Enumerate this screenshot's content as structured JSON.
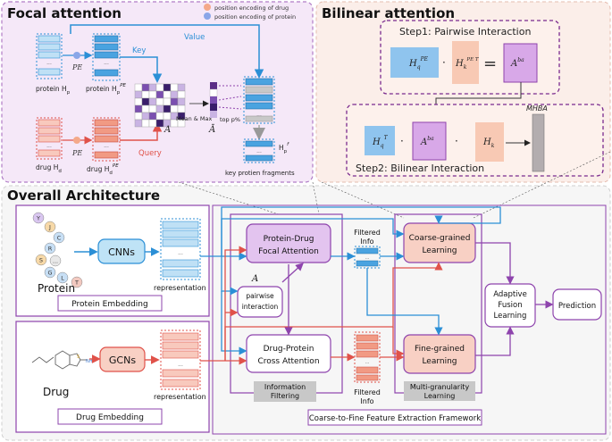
{
  "focal": {
    "title": "Focal attention",
    "legend_drug": "position encoding of drug",
    "legend_protein": "position encoding of protein",
    "pe_top": "PE",
    "pe_bottom": "PE",
    "protein_label": "protein H",
    "protein_sub": "p",
    "protein_pe_label": "protein H",
    "protein_pe_sub": "p",
    "protein_pe_sup": "PE",
    "drug_label": "drug H",
    "drug_sub": "d",
    "drug_pe_label": "drug H",
    "drug_pe_sub": "d",
    "drug_pe_sup": "PE",
    "key": "Key",
    "value": "Value",
    "query": "Query",
    "a": "A",
    "a_bar": "Ā",
    "mean_max": "Mean & Max",
    "topp": "top p%",
    "hf_label": "H",
    "hf_sub": "p",
    "hf_sup": "f",
    "fragments": "key protien fragments"
  },
  "bilinear": {
    "title": "Bilinear attention",
    "step1": "Step1: Pairwise Interaction",
    "step2": "Step2: Bilinear Interaction",
    "hq_pe": "H",
    "hq_pe_sub": "q",
    "hq_pe_sup": "PE",
    "hk_pe": "H",
    "hk_pe_sub": "k",
    "hk_pe_sup": "PE T",
    "equals": "=",
    "dot": "·",
    "aba": "A",
    "aba_sup": "ba",
    "hq_t": "H",
    "hq_t_sub": "q",
    "hq_t_sup": "T",
    "hk": "H",
    "hk_sub": "k",
    "mhba": "MHBA"
  },
  "overall": {
    "title": "Overall Architecture",
    "protein_letters": [
      "Y",
      "J",
      "C",
      "R",
      "...",
      "S",
      "G",
      "L",
      "T"
    ],
    "cnns": "CNNs",
    "protein": "Protein",
    "representation_p": "representation",
    "protein_embedding": "Protein Embedding",
    "gcns": "GCNs",
    "drug": "Drug",
    "representation_d": "representation",
    "drug_embedding": "Drug Embedding",
    "pd_focal_1": "Protein-Drug",
    "pd_focal_2": "Focal Attention",
    "a_label": "A",
    "pairwise_1": "pairwise",
    "pairwise_2": "interaction",
    "dp_cross_1": "Drug-Protein",
    "dp_cross_2": "Cross Attention",
    "info_filter_1": "Information",
    "info_filter_2": "Filtering",
    "filtered_top_1": "Filtered",
    "filtered_top_2": "Info",
    "filtered_bot_1": "Filtered",
    "filtered_bot_2": "Info",
    "coarse_1": "Coarse-grained",
    "coarse_2": "Learning",
    "fine_1": "Fine-grained",
    "fine_2": "Learning",
    "multi_1": "Multi-granularity",
    "multi_2": "Learning",
    "adaptive_1": "Adaptive",
    "adaptive_2": "Fusion",
    "adaptive_3": "Learning",
    "prediction": "Prediction",
    "framework": "Coarse-to-Fine Feature Extraction Framework"
  },
  "colors": {
    "purple": "#8e44ad",
    "blue": "#2b8fd6",
    "red": "#e0524a",
    "lightpurple": "#f3e6f7",
    "protein_cell": "#bfe0f5",
    "drug_cell": "#f8c9bd"
  }
}
